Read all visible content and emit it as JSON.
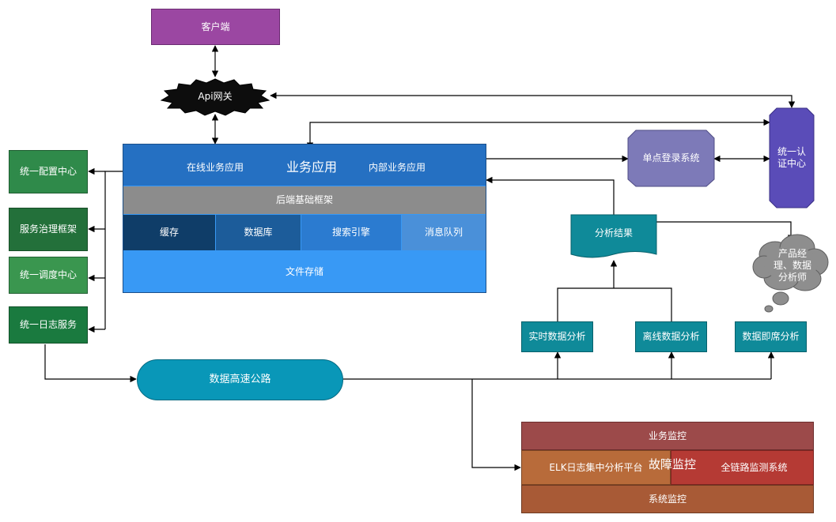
{
  "client": "客户端",
  "gateway": "Api网关",
  "app": {
    "title": "业务应用",
    "online": "在线业务应用",
    "internal": "内部业务应用",
    "framework": "后端基础框架",
    "cache": "缓存",
    "database": "数据库",
    "search": "搜索引擎",
    "mq": "消息队列",
    "storage": "文件存储"
  },
  "left": {
    "config": "统一配置中心",
    "governance": "服务治理框架",
    "scheduler": "统一调度中心",
    "log": "统一日志服务"
  },
  "sso": "单点登录系统",
  "auth": {
    "line1": "统一认",
    "line2": "证中心"
  },
  "analysis_result": "分析结果",
  "people": {
    "line1": "产品经",
    "line2": "理、数据",
    "line3": "分析师"
  },
  "analysis": {
    "realtime": "实时数据分析",
    "offline": "离线数据分析",
    "adhoc": "数据即席分析"
  },
  "highway": "数据高速公路",
  "monitor": {
    "business": "业务监控",
    "elk": "ELK日志集中分析平台",
    "fault": "故障监控",
    "trace": "全链路监测系统",
    "system": "系统监控"
  },
  "colors": {
    "client": "#9b47a2",
    "app_header": "#2570c2",
    "framework": "#8c8c8c",
    "cache": "#0f3d68",
    "database": "#1c5c9a",
    "search": "#2b7bd0",
    "mq": "#4a90d9",
    "storage": "#3899f5",
    "left_box": "#2f8a4a",
    "sso": "#7d7ab8",
    "auth": "#5a4cb8",
    "teal": "#0f8a99",
    "highway": "#0997b8",
    "monitor_top": "#9c4a4a",
    "monitor_mid_left": "#b86b3a",
    "monitor_mid_right": "#b53a34",
    "monitor_bottom": "#a85a36"
  }
}
